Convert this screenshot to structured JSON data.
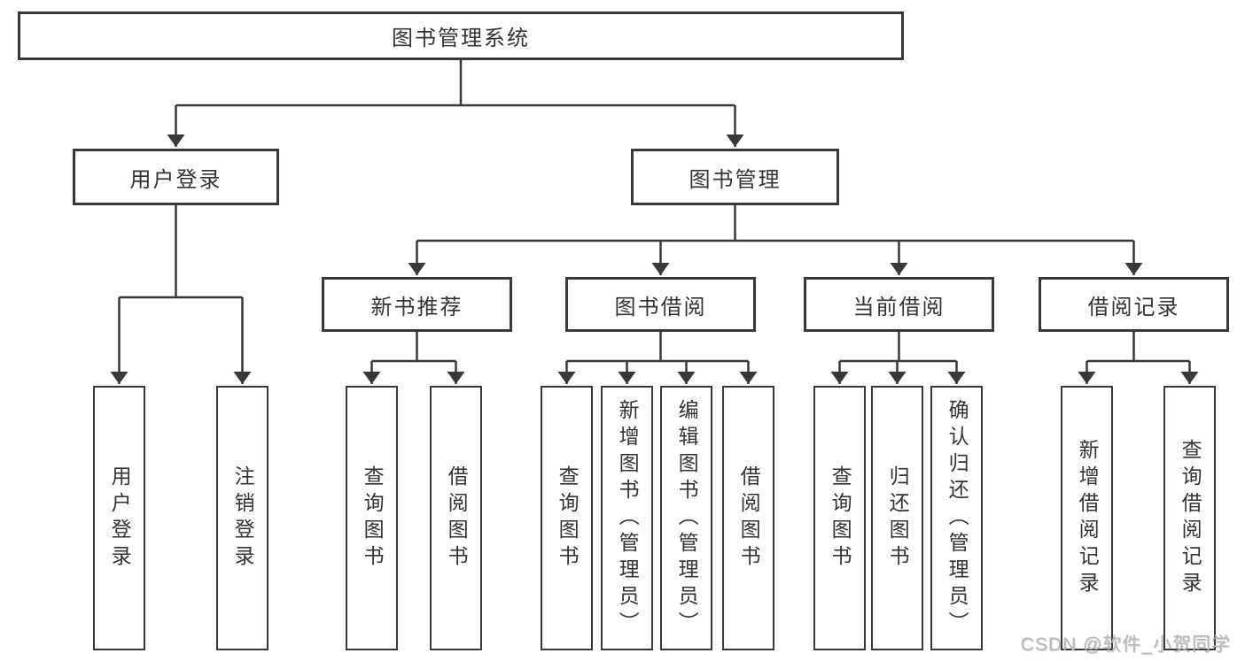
{
  "nodes": {
    "root": "图书管理系统",
    "user_login": "用户登录",
    "book_mgmt": "图书管理",
    "new_books": "新书推荐",
    "book_borrow": "图书借阅",
    "current_borrow": "当前借阅",
    "borrow_records": "借阅记录",
    "leaves": {
      "user_login_1": "用户登录",
      "user_login_2": "注销登录",
      "new_books_1": "查询图书",
      "new_books_2": "借阅图书",
      "book_borrow_1": "查询图书",
      "book_borrow_2": "新增图书（管理员）",
      "book_borrow_3": "编辑图书（管理员）",
      "book_borrow_4": "借阅图书",
      "current_borrow_1": "查询图书",
      "current_borrow_2": "归还图书",
      "current_borrow_3": "确认归还（管理员）",
      "borrow_records_1": "新增借阅记录",
      "borrow_records_2": "查询借阅记录"
    }
  },
  "watermark": "CSDN @软件_小贺同学",
  "colors": {
    "line": "#383838",
    "text": "#333333",
    "background": "#ffffff",
    "watermark": "#b8b8b8"
  }
}
